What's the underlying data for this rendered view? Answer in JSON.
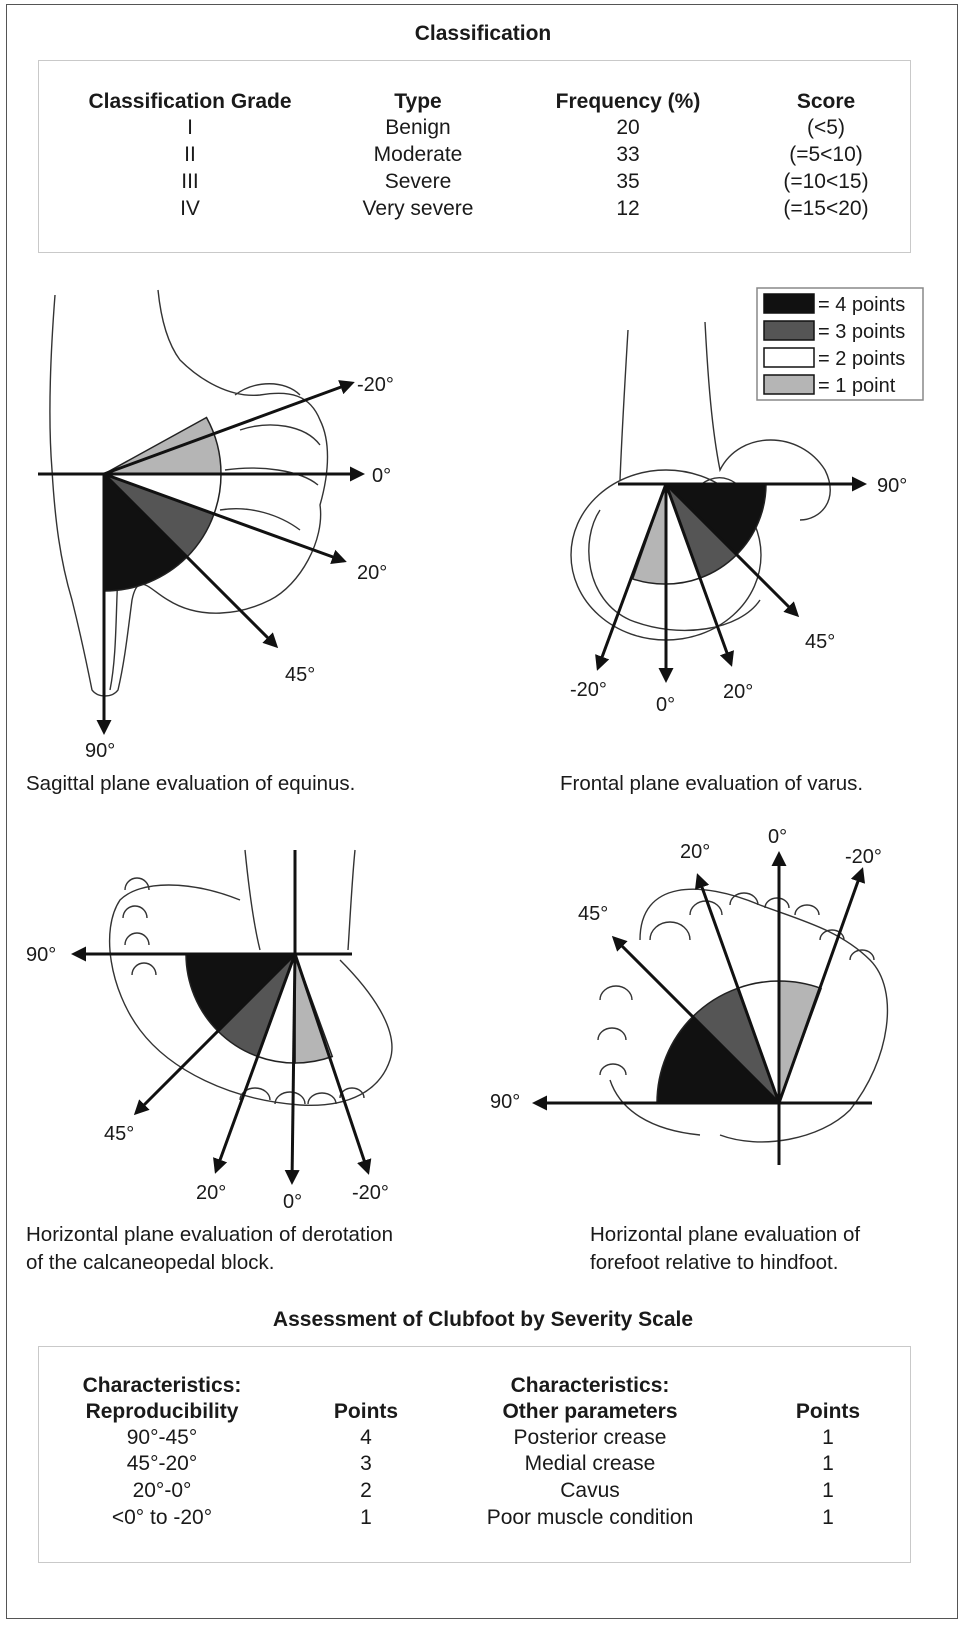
{
  "classification": {
    "title": "Classification",
    "headers": [
      "Classification Grade",
      "Type",
      "Frequency (%)",
      "Score"
    ],
    "rows": [
      [
        "I",
        "Benign",
        "20",
        "(<5)"
      ],
      [
        "II",
        "Moderate",
        "33",
        "(=5<10)"
      ],
      [
        "III",
        "Severe",
        "35",
        "(=10<15)"
      ],
      [
        "IV",
        "Very severe",
        "12",
        "(=15<20)"
      ]
    ]
  },
  "legend": [
    {
      "label": "= 4 points",
      "color": "#111111"
    },
    {
      "label": "= 3 points",
      "color": "#555555"
    },
    {
      "label": "= 2 points",
      "color": "#ffffff"
    },
    {
      "label": "= 1 point",
      "color": "#b5b5b5"
    }
  ],
  "diagrams": {
    "sagittal": {
      "caption": "Sagittal plane evaluation of equinus.",
      "labels": [
        "-20°",
        "0°",
        "20°",
        "45°",
        "90°"
      ]
    },
    "frontal": {
      "caption": "Frontal plane evaluation of varus.",
      "labels": [
        "90°",
        "45°",
        "-20°",
        "0°",
        "20°"
      ]
    },
    "derotation": {
      "caption_line1": "Horizontal plane evaluation of derotation",
      "caption_line2": "of the calcaneopedal block.",
      "labels": [
        "90°",
        "45°",
        "20°",
        "0°",
        "-20°"
      ]
    },
    "forefoot": {
      "caption_line1": "Horizontal plane evaluation of",
      "caption_line2": "forefoot relative to hindfoot.",
      "labels": [
        "0°",
        "20°",
        "-20°",
        "45°",
        "90°"
      ]
    }
  },
  "assessment": {
    "title": "Assessment of Clubfoot by Severity Scale",
    "headers": {
      "c1_line1": "Characteristics:",
      "c1_line2": "Reproducibility",
      "c2": "Points",
      "c3_line1": "Characteristics:",
      "c3_line2": "Other parameters",
      "c4": "Points"
    },
    "rows": [
      [
        "90°-45°",
        "4",
        "Posterior crease",
        "1"
      ],
      [
        "45°-20°",
        "3",
        "Medial crease",
        "1"
      ],
      [
        "20°-0°",
        "2",
        "Cavus",
        "1"
      ],
      [
        "<0° to -20°",
        "1",
        "Poor muscle condition",
        "1"
      ]
    ]
  }
}
